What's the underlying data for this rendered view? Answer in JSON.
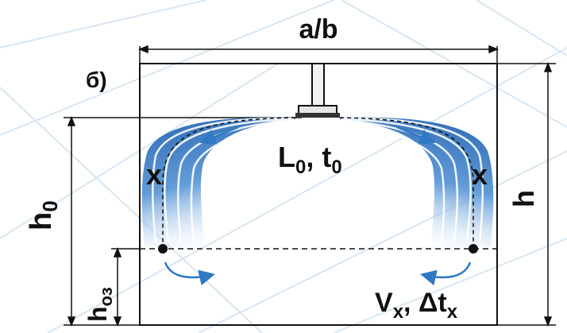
{
  "figure_label": "б)",
  "room_width_label": "a/b",
  "room_height_label": "h",
  "diffuser_height_label": {
    "base": "h",
    "sub": "0"
  },
  "work_zone_height_label": {
    "base": "h",
    "sub": "оз"
  },
  "supply_label": {
    "base1": "L",
    "sub1": "0",
    "sep": ", ",
    "base2": "t",
    "sub2": "0"
  },
  "point_label_left": "x",
  "point_label_right": "x",
  "point_param_label": {
    "base1": "V",
    "sub1": "x",
    "sep": ", ",
    "base2": "Δt",
    "sub2": "x"
  },
  "colors": {
    "jet_dark": "#1f5fae",
    "jet_mid": "#5b97d6",
    "jet_light": "#cfe2f6",
    "background_lines": "#d7e6f3",
    "arrow": "#2f78c4",
    "lines": "#111111"
  }
}
